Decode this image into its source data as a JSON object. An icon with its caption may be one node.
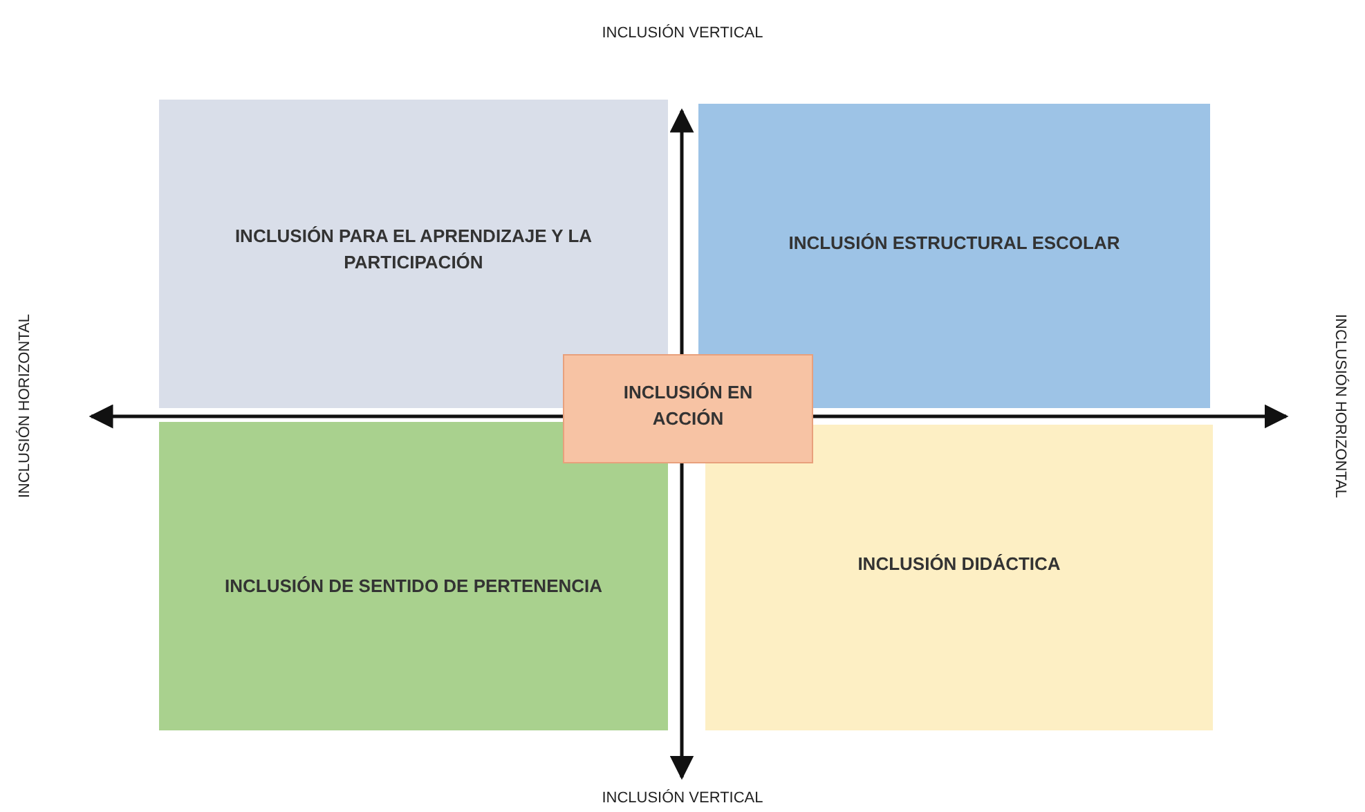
{
  "diagram": {
    "nodes": [
      {
        "text": [
          "INCLUSIÓN PARA EL APRENDIZAJE Y LA PARTICIPACIÓN"
        ]
      },
      {
        "text": [
          "INCLUSIÓN ESTRUCTURAL ESCOLAR"
        ]
      },
      {
        "text": [
          "INCLUSIÓN EN ACCIÓN"
        ]
      },
      {
        "text": [
          "INCLUSIÓN DE SENTIDO DE PERTENENCIA"
        ]
      },
      {
        "text": [
          "INCLUSIÓN DIDÁCTICA"
        ]
      }
    ],
    "labels": [
      "INCLUSIÓN VERTICAL",
      "INCLUSIÓN HORIZONTAL",
      "INCLUSIÓN HORIZONTAL",
      "INCLUSIÓN VERTICAL"
    ]
  }
}
